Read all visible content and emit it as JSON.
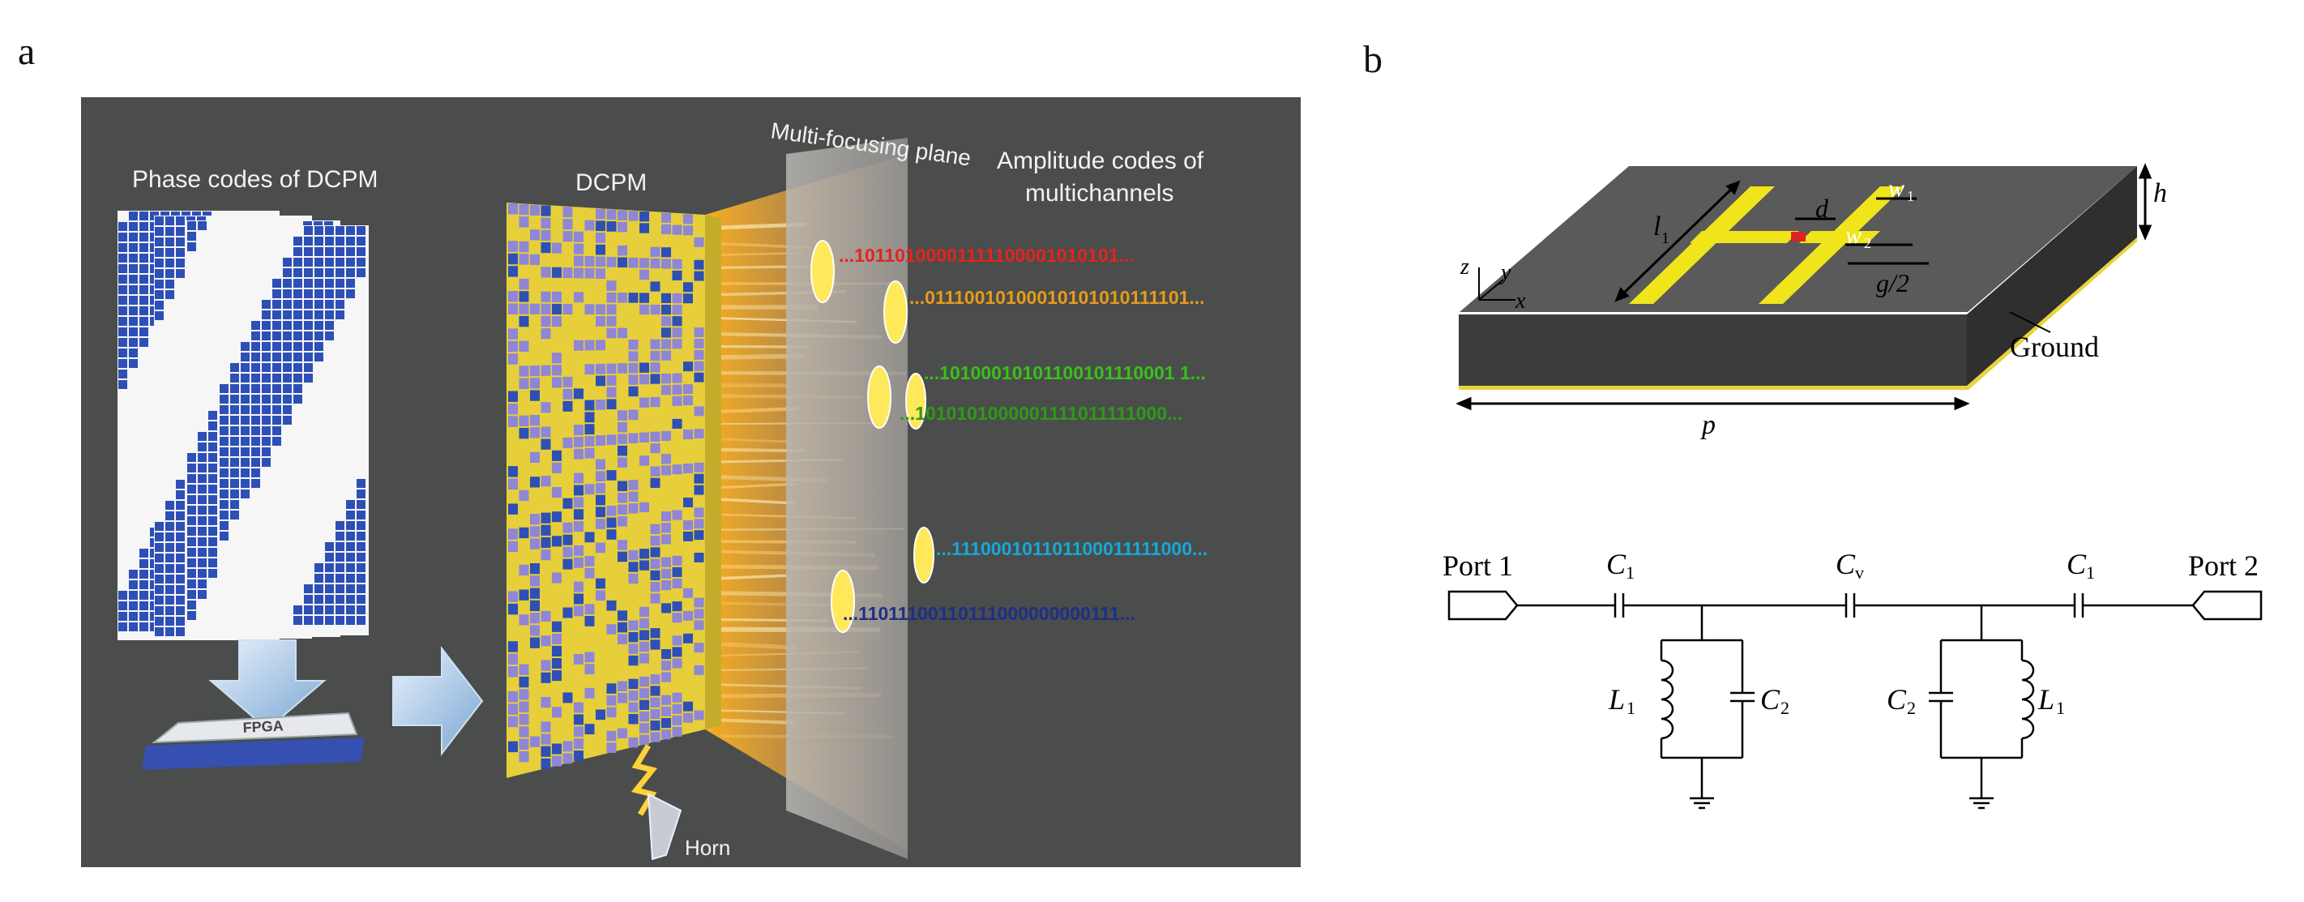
{
  "panel_a": {
    "label": "a",
    "phase_codes_title": "Phase codes of DCPM",
    "fpga_label": "FPGA",
    "dcpm_label": "DCPM",
    "multi_focusing_label": "Multi-focusing plane",
    "amplitude_title_line1": "Amplitude codes of",
    "amplitude_title_line2": "multichannels",
    "horn_label": "Horn",
    "codes": [
      {
        "text": "...10110100001111100001010101...",
        "color": "#e8221e"
      },
      {
        "text": "...01110010100010101010111101...",
        "color": "#e89a1c"
      },
      {
        "text": "...10100010101100101110001 1...",
        "color": "#39c01a"
      },
      {
        "text": "...1010101000001111011111000...",
        "color": "#2f9a16"
      },
      {
        "text": "...111000101101100011111000...",
        "color": "#16a8d8"
      },
      {
        "text": "...11011100110111000000000111...",
        "color": "#1c2f88"
      }
    ],
    "colors": {
      "background": "#4a4d4b",
      "tile_blue": "#2d4fb6",
      "tile_yellow": "#e6cf3a",
      "tile_purple": "#8f86d6"
    }
  },
  "panel_b": {
    "label": "b",
    "unit_cell": {
      "labels": {
        "l1": "l",
        "l1_sub": "1",
        "d": "d",
        "w1": "w",
        "w1_sub": "1",
        "w2": "w",
        "w2_sub": "2",
        "g2": "g/2",
        "h": "h",
        "p": "p",
        "ground": "Ground",
        "axis_z": "z",
        "axis_y": "y",
        "axis_x": "x"
      }
    },
    "circuit": {
      "port1": "Port 1",
      "port2": "Port 2",
      "c1_left": "C",
      "c1_left_sub": "1",
      "cv": "C",
      "cv_sub": "v",
      "c1_right": "C",
      "c1_right_sub": "1",
      "l1_left": "L",
      "l1_left_sub": "1",
      "c2_left": "C",
      "c2_left_sub": "2",
      "c2_right": "C",
      "c2_right_sub": "2",
      "l1_right": "L",
      "l1_right_sub": "1"
    }
  }
}
